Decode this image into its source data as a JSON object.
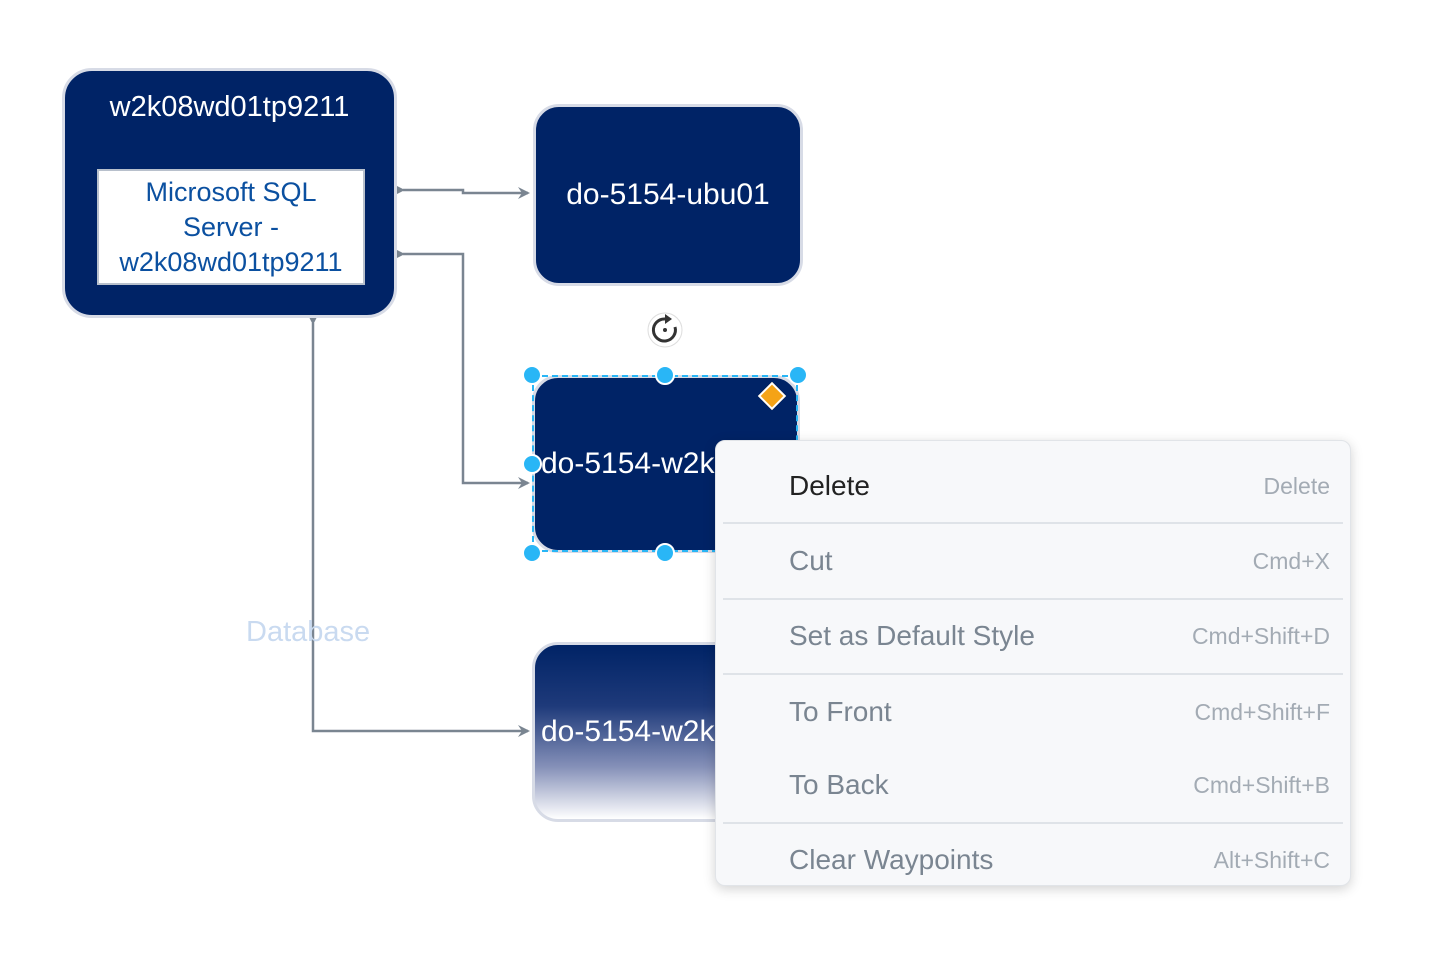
{
  "diagram": {
    "nodes": {
      "server": {
        "title": "w2k08wd01tp9211",
        "inner_label": "Microsoft SQL Server - w2k08wd01tp9211"
      },
      "ubu": {
        "label": "do-5154-ubu01"
      },
      "w2k_selected": {
        "label": "do-5154-w2k"
      },
      "w2k_gradient": {
        "label": "do-5154-w2k"
      }
    },
    "edge_label": "Database"
  },
  "context_menu": {
    "items": [
      {
        "label": "Delete",
        "shortcut": "Delete"
      },
      {
        "label": "Cut",
        "shortcut": "Cmd+X"
      },
      {
        "label": "Set as Default Style",
        "shortcut": "Cmd+Shift+D"
      },
      {
        "label": "To Front",
        "shortcut": "Cmd+Shift+F"
      },
      {
        "label": "To Back",
        "shortcut": "Cmd+Shift+B"
      },
      {
        "label": "Clear Waypoints",
        "shortcut": "Alt+Shift+C"
      }
    ]
  },
  "colors": {
    "node_fill": "#002366",
    "edge": "#7a8591",
    "selection": "#29b6f6",
    "handle_diamond": "#f5a316"
  }
}
